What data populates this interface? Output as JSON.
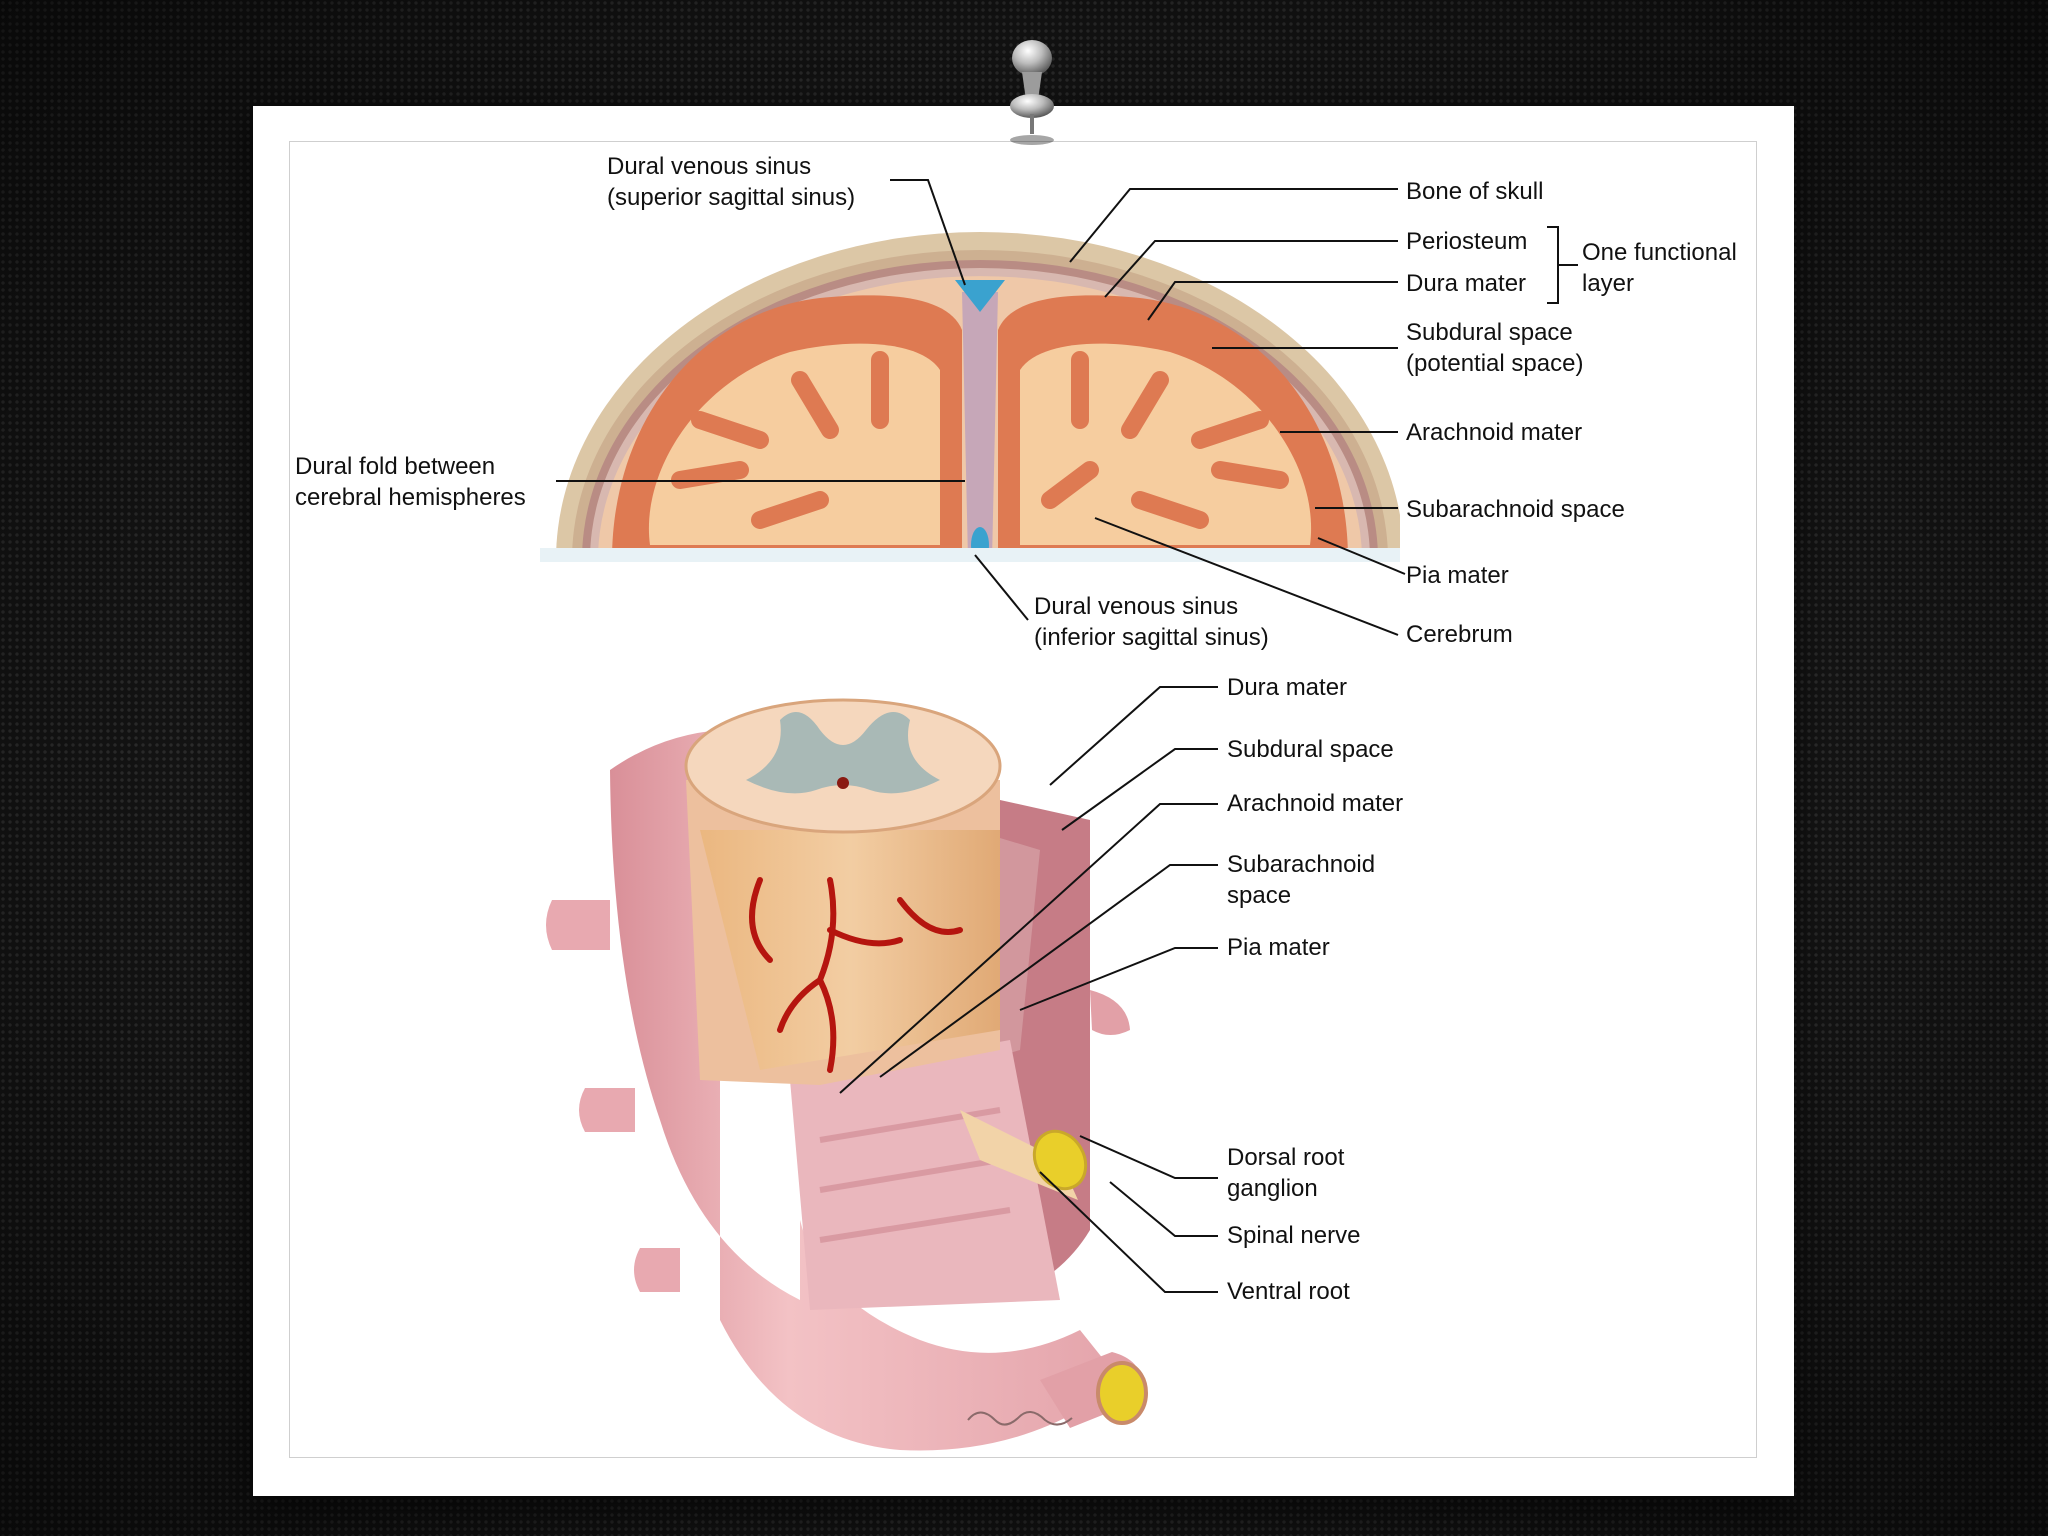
{
  "top_labels": {
    "superior_sinus_l1": "Dural venous sinus",
    "superior_sinus_l2": "(superior sagittal sinus)",
    "bone_of_skull": "Bone of skull",
    "periosteum": "Periosteum",
    "dura_mater": "Dura mater",
    "one_functional_l1": "One functional",
    "one_functional_l2": "layer",
    "subdural_l1": "Subdural space",
    "subdural_l2": "(potential space)",
    "arachnoid_mater": "Arachnoid mater",
    "subarachnoid_space": "Subarachnoid space",
    "pia_mater": "Pia mater",
    "cerebrum": "Cerebrum",
    "inferior_sinus_l1": "Dural venous sinus",
    "inferior_sinus_l2": "(inferior sagittal sinus)",
    "dural_fold_l1": "Dural fold between",
    "dural_fold_l2": "cerebral hemispheres"
  },
  "bottom_labels": {
    "dura_mater": "Dura mater",
    "subdural_space": "Subdural space",
    "arachnoid_mater": "Arachnoid mater",
    "subarachnoid_l1": "Subarachnoid",
    "subarachnoid_l2": "space",
    "pia_mater": "Pia mater",
    "dorsal_root_l1": "Dorsal root",
    "dorsal_root_l2": "ganglion",
    "spinal_nerve": "Spinal nerve",
    "ventral_root": "Ventral root"
  },
  "colors": {
    "background": "#141414",
    "bone": "#dcc7a6",
    "dura": "#b98c84",
    "cortex": "#de7a52",
    "white_matter": "#f6cd9f",
    "sinus": "#3aa2cf",
    "dura_sheath": "#f0b8bc",
    "grey_matter": "#a9b9b6",
    "ganglion": "#e9cf2a"
  },
  "icons": {
    "pin": "pushpin-icon",
    "signature": "artist-signature"
  }
}
